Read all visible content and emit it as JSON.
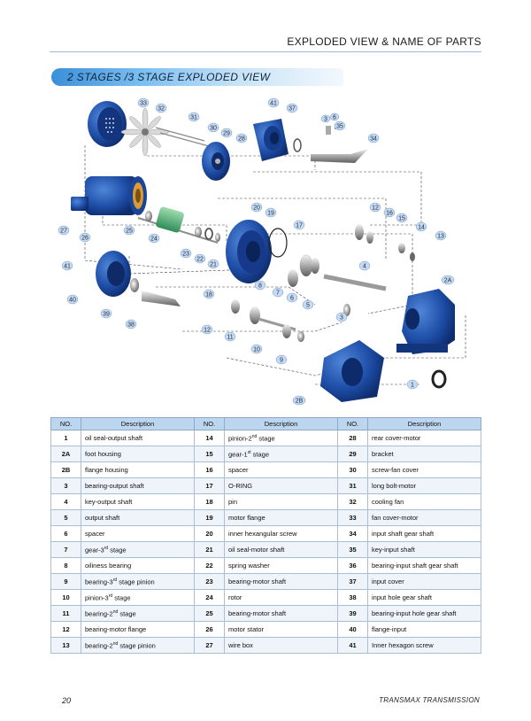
{
  "header": {
    "title": "EXPLODED VIEW & NAME OF PARTS"
  },
  "section": {
    "title": "2 STAGES /3 STAGE EXPLODED VIEW"
  },
  "diagram": {
    "callouts": [
      "33",
      "32",
      "31",
      "30",
      "29",
      "28",
      "41",
      "37",
      "3",
      "6",
      "35",
      "34",
      "27",
      "26",
      "25",
      "24",
      "20",
      "19",
      "17",
      "23",
      "22",
      "21",
      "12",
      "16",
      "15",
      "14",
      "13",
      "4",
      "41",
      "40",
      "39",
      "38",
      "18",
      "8",
      "7",
      "6",
      "5",
      "2A",
      "3",
      "12",
      "11",
      "10",
      "9",
      "2B",
      "1"
    ]
  },
  "table": {
    "headers": [
      "NO.",
      "Description",
      "NO.",
      "Description",
      "NO.",
      "Description"
    ],
    "rows": [
      [
        "1",
        "oil seal-output shaft",
        "14",
        "pinion-2nd stage",
        "28",
        "rear cover-motor"
      ],
      [
        "2A",
        "foot housing",
        "15",
        "gear-1st stage",
        "29",
        "bracket"
      ],
      [
        "2B",
        "flange housing",
        "16",
        "spacer",
        "30",
        "screw-fan cover"
      ],
      [
        "3",
        "bearing-output shaft",
        "17",
        "O-RING",
        "31",
        "long bolt-motor"
      ],
      [
        "4",
        "key-output shaft",
        "18",
        "pin",
        "32",
        "cooling fan"
      ],
      [
        "5",
        "output shaft",
        "19",
        "motor flange",
        "33",
        "fan cover-motor"
      ],
      [
        "6",
        "spacer",
        "20",
        "inner hexangular screw",
        "34",
        "input shaft gear shaft"
      ],
      [
        "7",
        "gear-3rd stage",
        "21",
        "oil seal-motor shaft",
        "35",
        "key-input shaft"
      ],
      [
        "8",
        "oiliness bearing",
        "22",
        "spring washer",
        "36",
        "bearing-input shaft gear shaft"
      ],
      [
        "9",
        "bearing-3rd stage pinion",
        "23",
        "bearing-motor shaft",
        "37",
        "input cover"
      ],
      [
        "10",
        "pinion-3rd stage",
        "24",
        "rotor",
        "38",
        "input hole gear shaft"
      ],
      [
        "11",
        "bearing-2nd stage",
        "25",
        "bearing-motor shaft",
        "39",
        "bearing-input hole gear shaft"
      ],
      [
        "12",
        "bearing-motor flange",
        "26",
        "motor stator",
        "40",
        "flange-input"
      ],
      [
        "13",
        "bearing-2nd stage pinion",
        "27",
        "wire box",
        "41",
        "Inner hexagon screw"
      ]
    ]
  },
  "footer": {
    "page_number": "20",
    "brand": "TRANSMAX TRANSMISSION"
  }
}
